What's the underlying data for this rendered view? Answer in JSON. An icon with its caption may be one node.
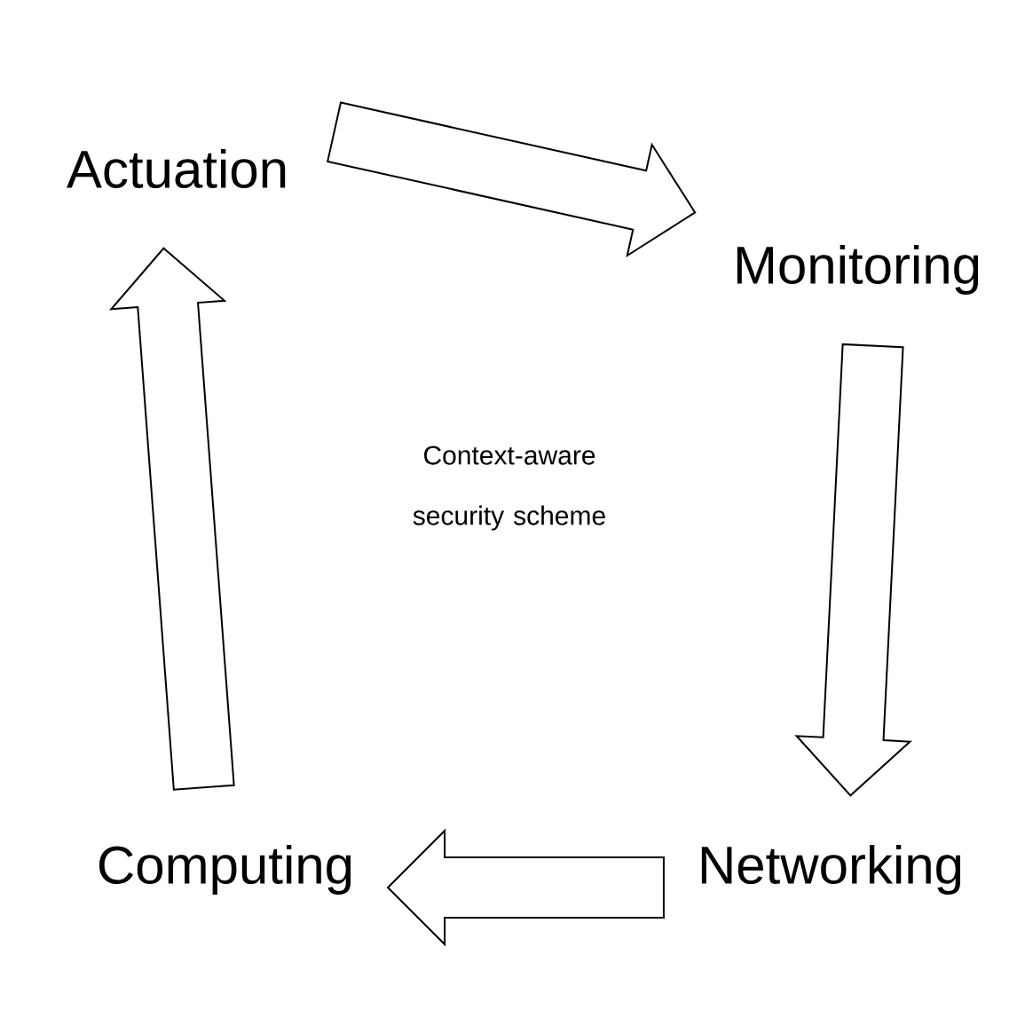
{
  "diagram": {
    "nodes": [
      {
        "text": [
          "Actuation"
        ]
      },
      {
        "text": [
          "Monitoring"
        ]
      },
      {
        "text": [
          "Networking"
        ]
      },
      {
        "text": [
          "Computing"
        ]
      }
    ],
    "edges": [
      {
        "from": 0,
        "to": 1,
        "arrow": "to"
      },
      {
        "from": 1,
        "to": 2,
        "arrow": "to"
      },
      {
        "from": 2,
        "to": 3,
        "arrow": "to"
      },
      {
        "from": 3,
        "to": 0,
        "arrow": "to"
      }
    ],
    "labels": [
      "Context-aware security scheme"
    ]
  }
}
